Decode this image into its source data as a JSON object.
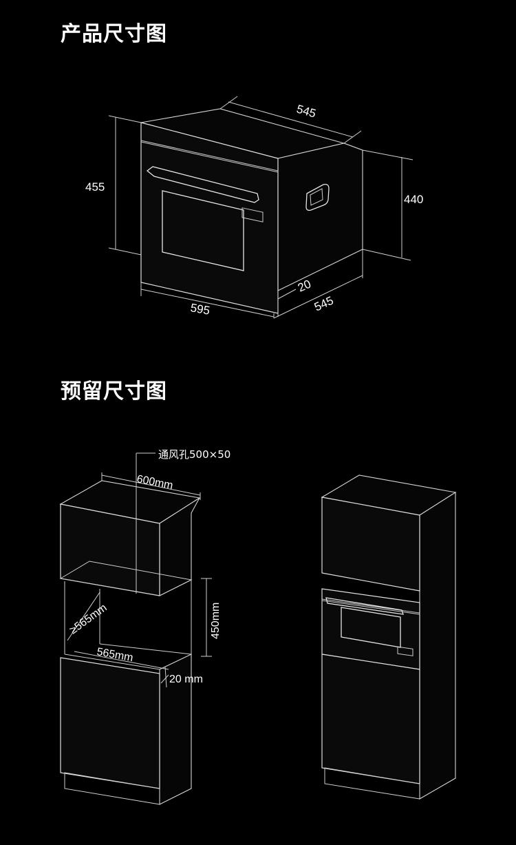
{
  "sections": {
    "product": {
      "title": "产品尺寸图"
    },
    "reserve": {
      "title": "预留尺寸图"
    }
  },
  "product_dims": {
    "top_depth": "545",
    "right_height": "440",
    "left_height": "455",
    "front_width": "595",
    "bottom_offset": "20",
    "bottom_depth": "545"
  },
  "reserve_dims": {
    "vent": "通风孔500×50",
    "width": "600mm",
    "depth": "≥565mm",
    "inner_width": "565mm",
    "height": "450mm",
    "offset": "20 mm"
  }
}
